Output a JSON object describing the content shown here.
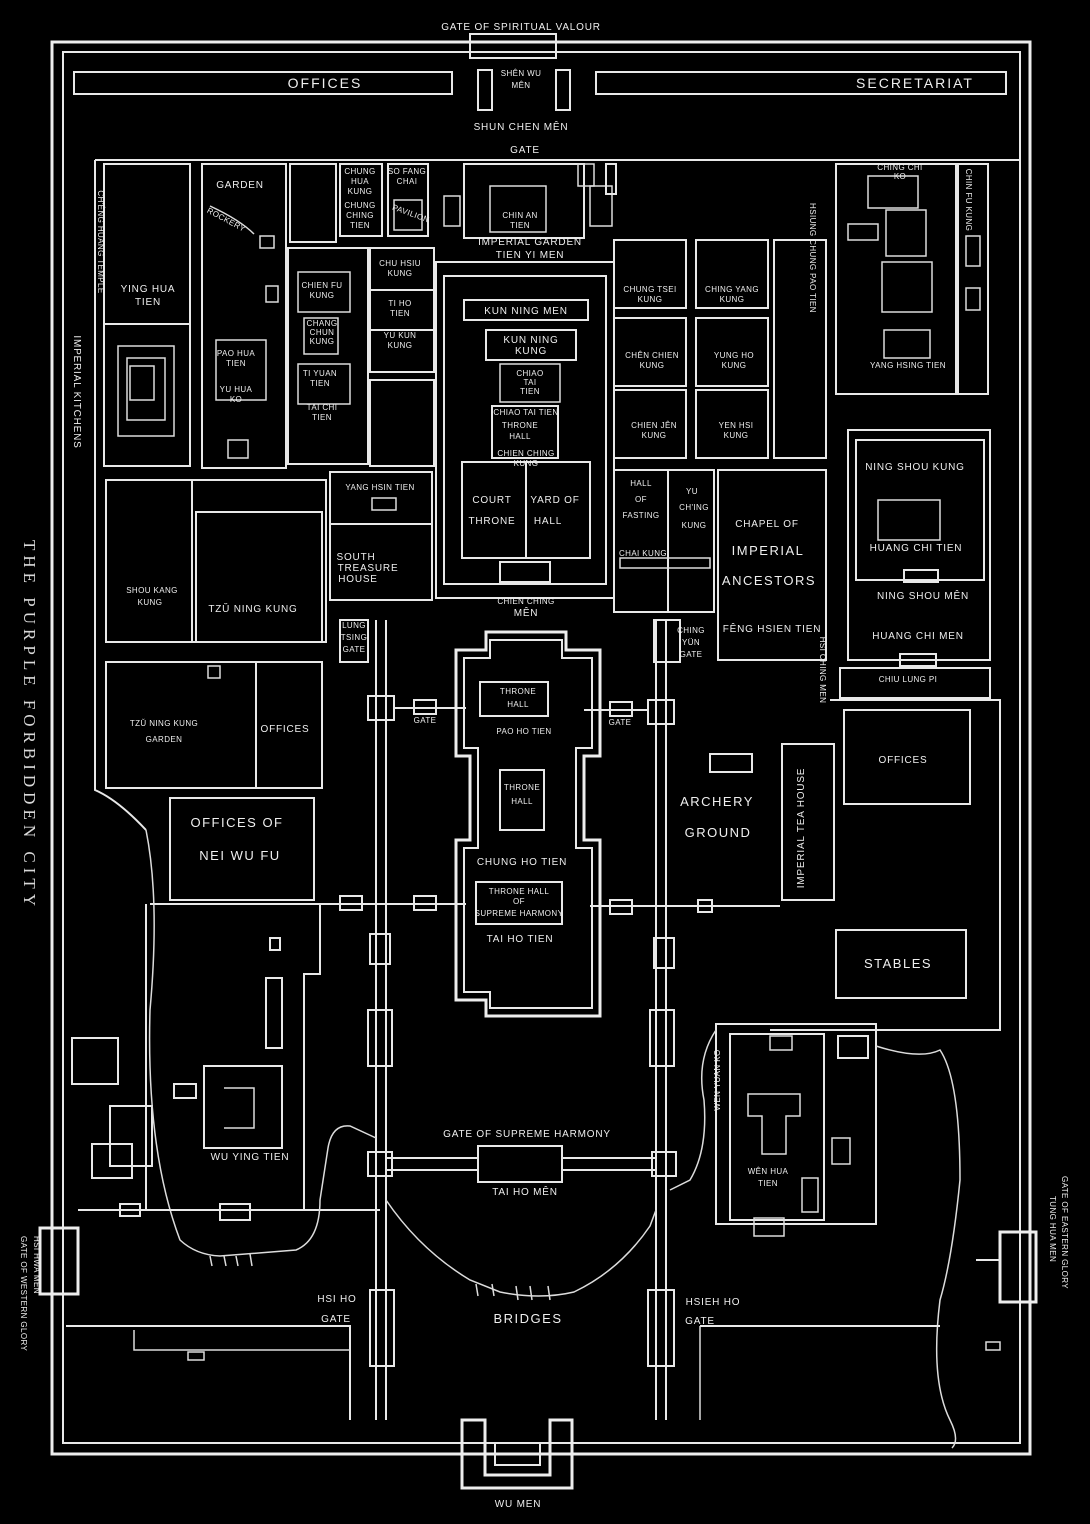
{
  "side_title": "THE PURPLE FORBIDDEN CITY",
  "labels": {
    "gate_spiritual_valour": "GATE OF SPIRITUAL VALOUR",
    "offices_top": "OFFICES",
    "secretariat": "SECRETARIAT",
    "shen_wu_men_1": "SHÊN WU",
    "shen_wu_men_2": "MÊN",
    "shun_chen_men": "SHUN CHEN MÊN",
    "gate_top": "GATE",
    "cheng_huang_temple": "CH'ÊNG HUANG TEMPLE",
    "garden": "GARDEN",
    "rockery": "ROCKERY",
    "chung_hua_kung_1": "CHUNG",
    "chung_hua_kung_2": "HUA",
    "chung_hua_kung_3": "KUNG",
    "so_fang_chai_1": "SO FANG",
    "so_fang_chai_2": "CHAI",
    "chung_ching_tien_1": "CHUNG",
    "chung_ching_tien_2": "CHING",
    "chung_ching_tien_3": "TIEN",
    "pavilion": "PAVILION",
    "chin_an_tien_1": "CHIN AN",
    "chin_an_tien_2": "TIEN",
    "imperial_garden": "IMPERIAL GARDEN",
    "tien_yi_men": "TIEN YI MEN",
    "ching_chi_1": "CHING CHI",
    "ching_chi_2": "KO",
    "chin_fu_kung": "CHIN FU KUNG",
    "ying_hua_tien_1": "YING HUA",
    "ying_hua_tien_2": "TIEN",
    "chien_fu_kung_1": "CHIEN FU",
    "chien_fu_kung_2": "KUNG",
    "chu_hsiu_kung_1": "CHU HSIU",
    "chu_hsiu_kung_2": "KUNG",
    "ti_ho_tien_1": "TI HO",
    "ti_ho_tien_2": "TIEN",
    "chang_chun_kung_1": "CHANG",
    "chang_chun_kung_2": "CHUN",
    "chang_chun_kung_3": "KUNG",
    "yu_kun_kung_1": "YU KUN",
    "yu_kun_kung_2": "KUNG",
    "pao_hua_tien_1": "PAO HUA",
    "pao_hua_tien_2": "TIEN",
    "yu_hua_ko_1": "YU HUA",
    "yu_hua_ko_2": "KO",
    "ti_yuan_tien_1": "TI YUAN",
    "ti_yuan_tien_2": "TIEN",
    "tai_chi_tien_1": "TAI CHI",
    "tai_chi_tien_2": "TIEN",
    "kun_ning_men": "KUN NING MEN",
    "kun_ning_kung_1": "KUN NING",
    "kun_ning_kung_2": "KUNG",
    "chiao_tai_tien_1": "CHIAO",
    "chiao_tai_tien_2": "TAI",
    "chiao_tai_tien_3": "TIEN",
    "chiao_tai_tien_4": "CHIAO TAI TIEN",
    "throne_hall_1a": "THRONE",
    "throne_hall_1b": "HALL",
    "chien_ching_kung_1": "CHIEN CHING",
    "chien_ching_kung_2": "KUNG",
    "court_1": "COURT",
    "court_2": "YARD OF",
    "court_3": "THRONE",
    "court_4": "HALL",
    "chung_tsei_kung_1": "CHUNG TSEI",
    "chung_tsei_kung_2": "KUNG",
    "ching_yang_kung_1": "CHING YANG",
    "ching_yang_kung_2": "KUNG",
    "chen_chien_kung_1": "CHÊN CHIEN",
    "chen_chien_kung_2": "KUNG",
    "yung_ho_kung_1": "YUNG HO",
    "yung_ho_kung_2": "KUNG",
    "chien_jen_kung_1": "CHIEN JÊN",
    "chien_jen_kung_2": "KUNG",
    "yen_hsi_kung_1": "YEN HSI",
    "yen_hsi_kung_2": "KUNG",
    "hsiung_chung_pao_tien": "HSIUNG CHUNG PAO TIEN",
    "yang_hsing_tien": "YANG HSING TIEN",
    "imperial_kitchens": "IMPERIAL KITCHENS",
    "yang_hsin_tien": "YANG HSIN TIEN",
    "south_treasure_1": "SOUTH",
    "south_treasure_2": "TREASURE",
    "south_treasure_3": "HOUSE",
    "hall_of_fasting_1": "HALL",
    "hall_of_fasting_2": "OF",
    "hall_of_fasting_3": "FASTING",
    "yu_ching_kung_1": "YU",
    "yu_ching_kung_2": "CH'ING",
    "yu_ching_kung_3": "KUNG",
    "chai_kung": "CHAI KUNG",
    "chapel_1": "CHAPEL OF",
    "chapel_2": "IMPERIAL",
    "chapel_3": "ANCESTORS",
    "feng_hsien_tien": "FÊNG HSIEN TIEN",
    "ning_shou_kung": "NING SHOU KUNG",
    "huang_chi_tien": "HUANG CHI TIEN",
    "ning_shou_men": "NING SHOU MÊN",
    "huang_chi_men": "HUANG CHI MEN",
    "chiu_lung_pi": "CHIU LUNG PI",
    "shou_kang_kung_1": "SHOU KANG",
    "shou_kang_kung_2": "KUNG",
    "tzu_ning_kung": "TZŬ NING KUNG",
    "chien_ching_men_1": "CHIEN CHING",
    "chien_ching_men_2": "MÊN",
    "lung_tsing_gate_1": "LUNG",
    "lung_tsing_gate_2": "TSING",
    "lung_tsing_gate_3": "GATE",
    "ching_yun_gate_1": "CHING",
    "ching_yun_gate_2": "YÜN",
    "ching_yun_gate_3": "GATE",
    "hsi_ching_men": "HSI CHING MEN",
    "tzu_ning_garden_1": "TZŬ NING KUNG",
    "tzu_ning_garden_2": "GARDEN",
    "offices_west": "OFFICES",
    "gate_west_inner": "GATE",
    "gate_east_inner": "GATE",
    "throne_hall_2a": "THRONE",
    "throne_hall_2b": "HALL",
    "pao_ho_tien": "PAO HO TIEN",
    "offices_east": "OFFICES",
    "throne_hall_3a": "THRONE",
    "throne_hall_3b": "HALL",
    "archery_1": "ARCHERY",
    "archery_2": "GROUND",
    "imperial_tea_house": "IMPERIAL TEA HOUSE",
    "offices_nei_wu_fu_1": "OFFICES  OF",
    "offices_nei_wu_fu_2": "NEI  WU  FU",
    "chung_ho_tien": "CHUNG HO TIEN",
    "supreme_harmony_1": "THRONE HALL",
    "supreme_harmony_2": "OF",
    "supreme_harmony_3": "SUPREME HARMONY",
    "tai_ho_tien": "TAI HO TIEN",
    "stables": "STABLES",
    "wen_yuan_ko": "WEN YUAN KO",
    "wu_ying_tien": "WU YING TIEN",
    "gate_supreme_harmony": "GATE OF SUPREME HARMONY",
    "tai_ho_men": "TAI HO MÊN",
    "wen_hua_tien_1": "WÊN HUA",
    "wen_hua_tien_2": "TIEN",
    "hsi_ho_gate_1": "HSI HO",
    "hsi_ho_gate_2": "GATE",
    "hsieh_ho_gate_1": "HSIEH HO",
    "hsieh_ho_gate_2": "GATE",
    "bridges": "BRIDGES",
    "west_gate_1": "HSI HWA MEN",
    "west_gate_2": "GATE OF WESTERN GLORY",
    "east_gate_1": "GATE OF EASTERN GLORY",
    "east_gate_2": "TUNG HUA MEN",
    "wu_men": "WU MEN"
  }
}
